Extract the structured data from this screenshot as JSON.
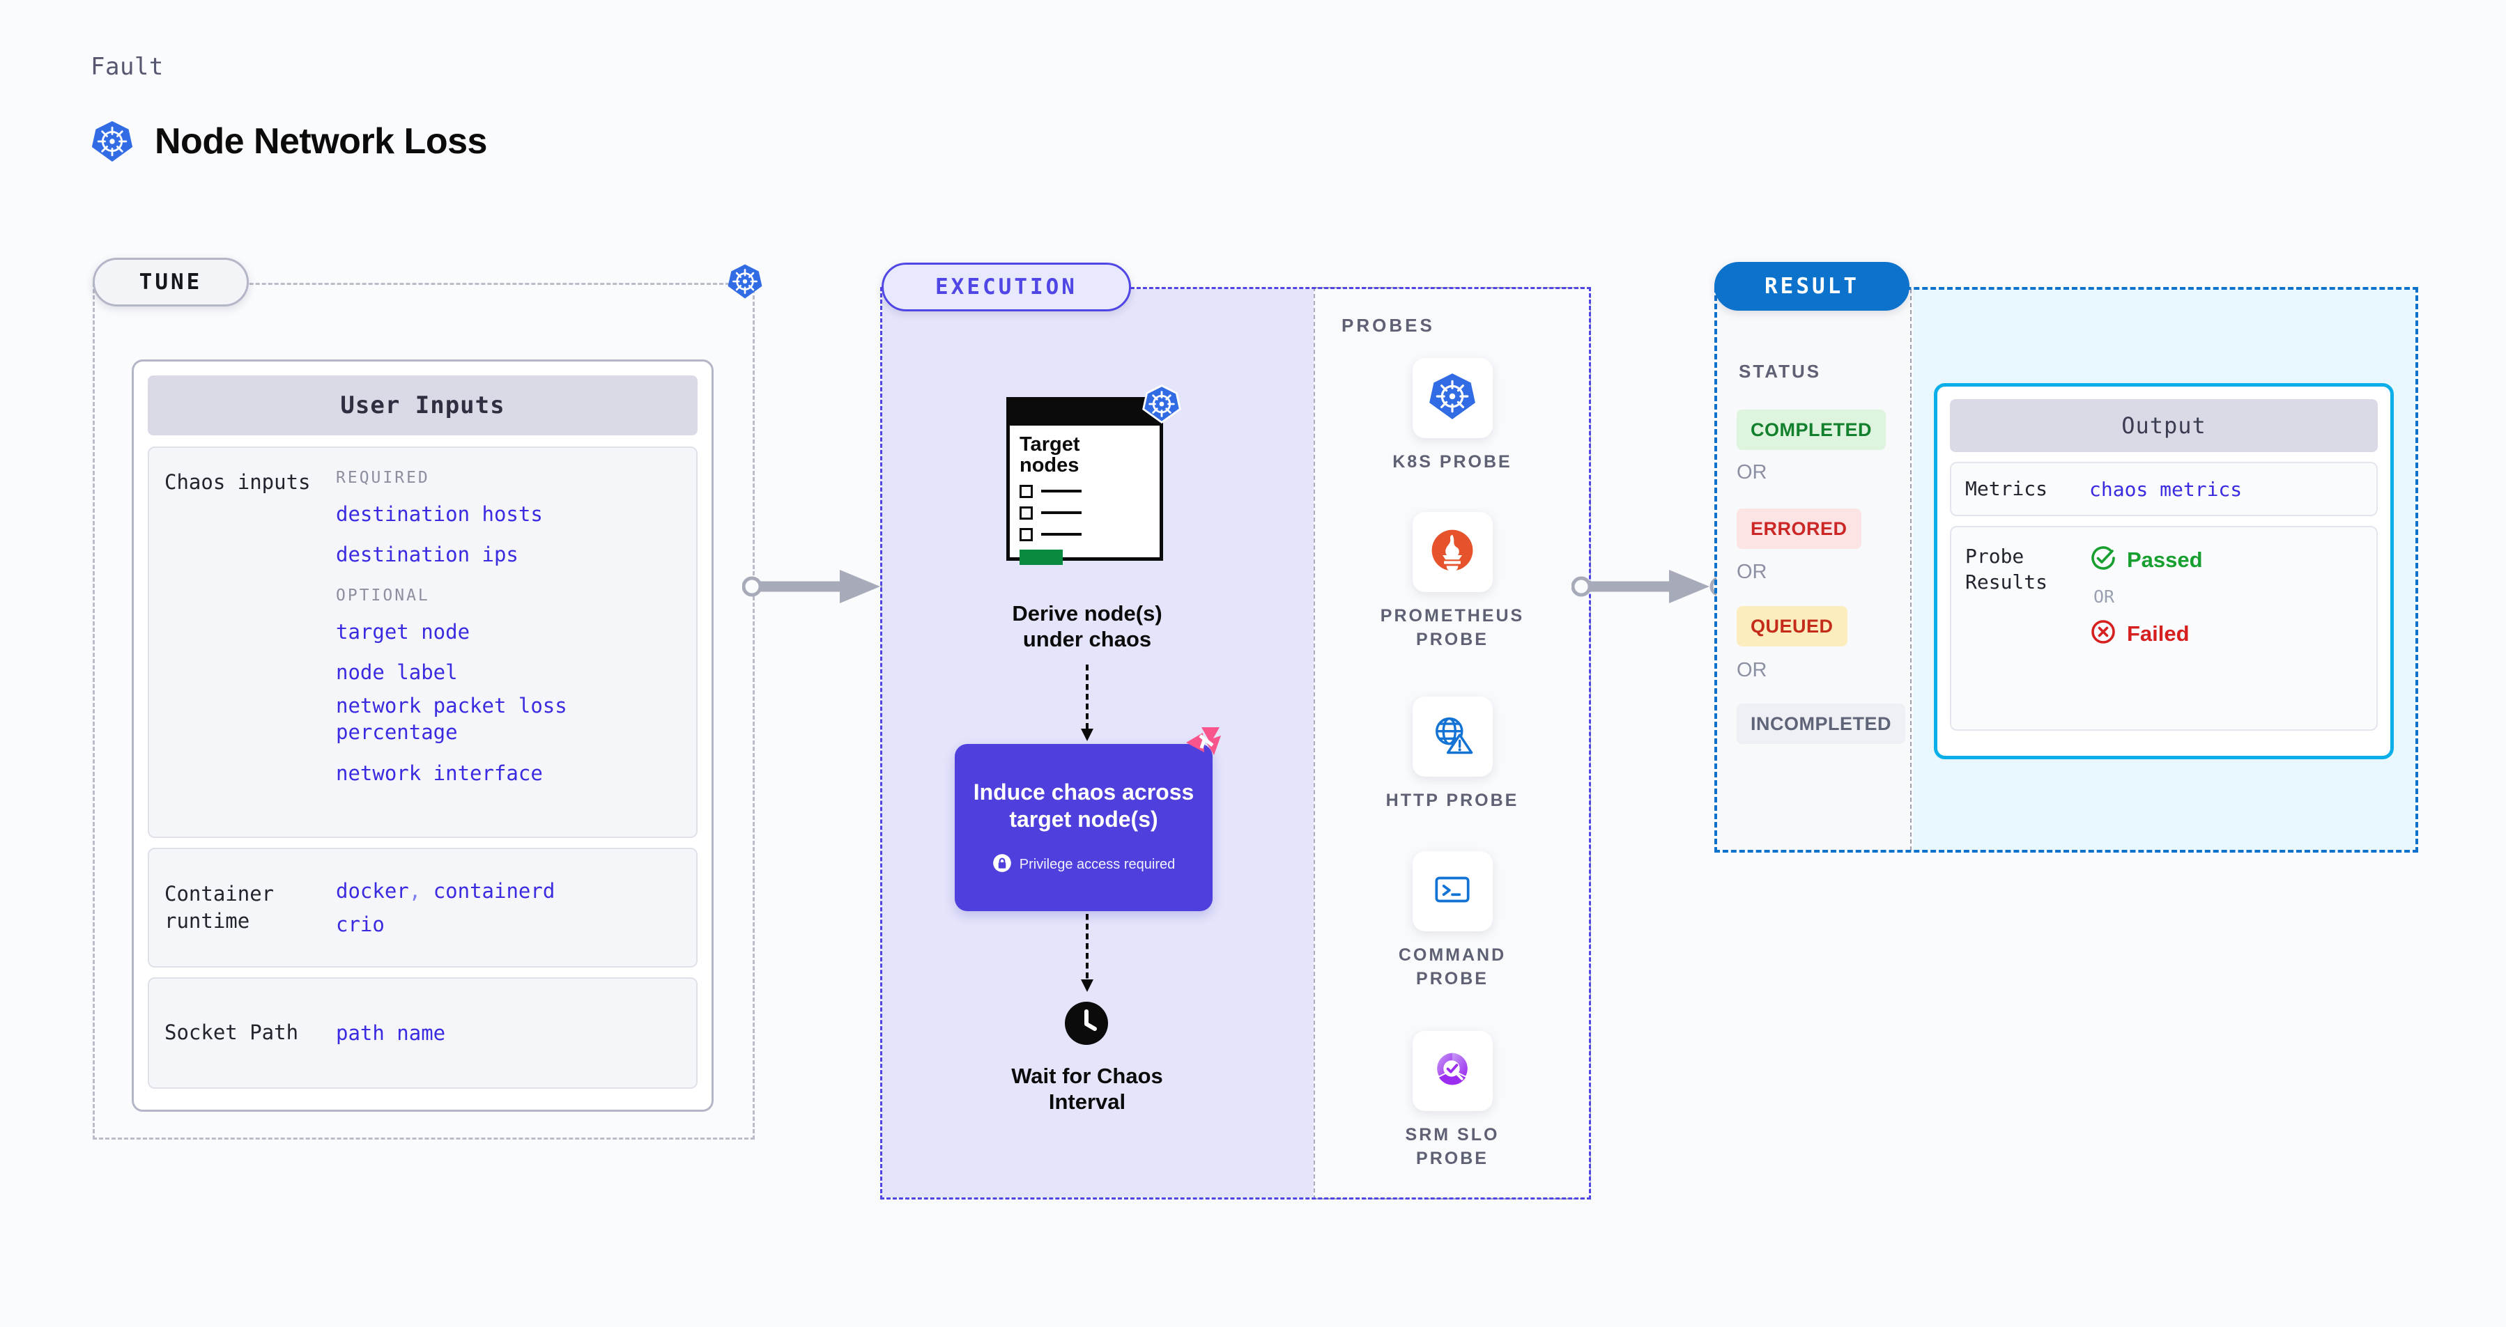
{
  "header": {
    "eyebrow": "Fault",
    "title": "Node Network Loss",
    "icon": "kubernetes-icon"
  },
  "tune": {
    "tag": "TUNE",
    "badge_icon": "kubernetes-icon",
    "card_title": "User Inputs",
    "rows": [
      {
        "label": "Chaos inputs",
        "groups": [
          {
            "title": "REQUIRED",
            "values": [
              "destination hosts",
              "destination ips"
            ]
          },
          {
            "title": "OPTIONAL",
            "values": [
              "target node",
              "node label",
              "network packet loss percentage",
              "network interface"
            ]
          }
        ]
      },
      {
        "label": "Container runtime",
        "values": [
          "docker",
          "containerd",
          "crio"
        ],
        "separator": ","
      },
      {
        "label": "Socket Path",
        "values": [
          "path name"
        ]
      }
    ]
  },
  "execution": {
    "tag": "EXECUTION",
    "node_card": {
      "title_line1": "Target",
      "title_line2": "nodes",
      "badge_icon": "kubernetes-icon"
    },
    "steps": [
      {
        "caption_line1": "Derive node(s)",
        "caption_line2": "under chaos"
      },
      {
        "caption_line1": "Induce chaos across",
        "caption_line2": "target node(s)",
        "note": "Privilege access required",
        "note_icon": "lock-icon",
        "corner_icon": "litmus-icon"
      },
      {
        "caption_line1": "Wait for Chaos",
        "caption_line2": "Interval",
        "icon": "clock-icon"
      }
    ]
  },
  "probes": {
    "title": "PROBES",
    "items": [
      {
        "icon": "kubernetes-icon",
        "label_line1": "K8S PROBE",
        "label_line2": ""
      },
      {
        "icon": "prometheus-icon",
        "label_line1": "PROMETHEUS",
        "label_line2": "PROBE"
      },
      {
        "icon": "globe-warning-icon",
        "label_line1": "HTTP PROBE",
        "label_line2": ""
      },
      {
        "icon": "terminal-icon",
        "label_line1": "COMMAND",
        "label_line2": "PROBE"
      },
      {
        "icon": "slo-gauge-icon",
        "label_line1": "SRM SLO",
        "label_line2": "PROBE"
      }
    ]
  },
  "result": {
    "tag": "RESULT",
    "status_title": "STATUS",
    "or_label": "OR",
    "statuses": [
      {
        "label": "COMPLETED",
        "bg": "#dff4de",
        "fg": "#12802c"
      },
      {
        "label": "ERRORED",
        "bg": "#fbe4e3",
        "fg": "#cc2727"
      },
      {
        "label": "QUEUED",
        "bg": "#fcedbf",
        "fg": "#c42b18"
      },
      {
        "label": "INCOMPLETED",
        "bg": "#eef0f5",
        "fg": "#5f6478"
      }
    ],
    "output": {
      "title": "Output",
      "metrics_label": "Metrics",
      "metrics_value": "chaos metrics",
      "probe_results_label": "Probe Results",
      "passed_label": "Passed",
      "failed_label": "Failed",
      "or_label": "OR"
    }
  },
  "colors": {
    "accent_purple": "#4f46e5",
    "accent_blue": "#0d72cc",
    "accent_cyan": "#0aaee8",
    "chaos_box": "#4f3fdd",
    "value_text": "#3b2be0",
    "litmus_pink": "#f9558c"
  }
}
